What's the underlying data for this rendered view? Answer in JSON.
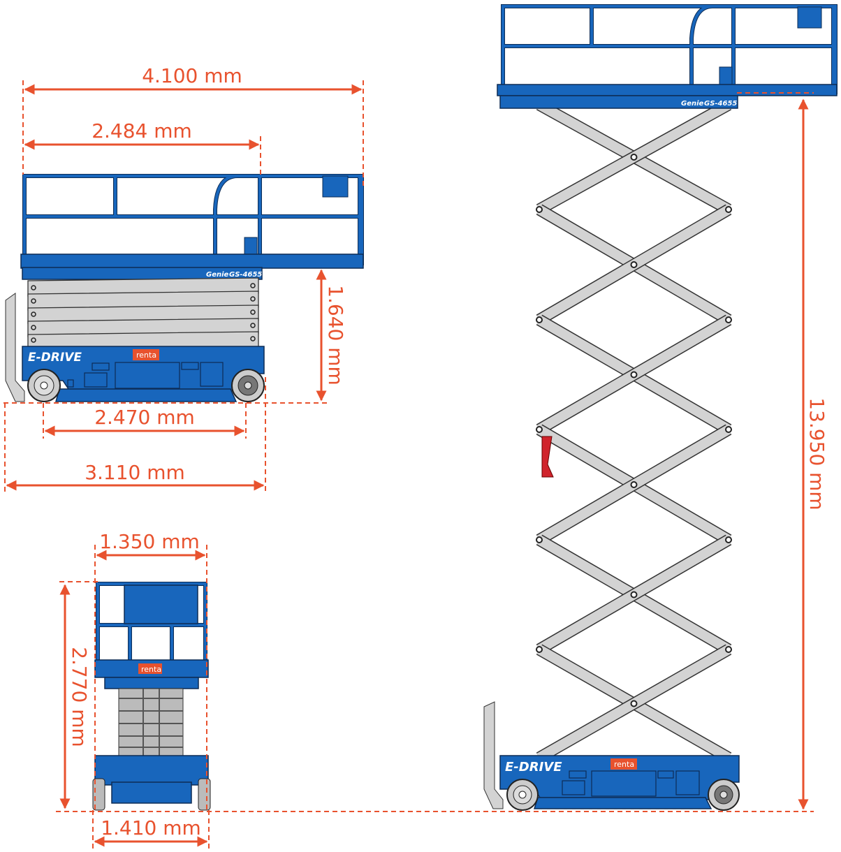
{
  "dimensions": {
    "side_total_length": "4.100 mm",
    "side_platform_length": "2.484 mm",
    "side_stowed_height": "1.640 mm",
    "side_wheelbase": "2.470 mm",
    "side_base_length": "3.110 mm",
    "front_platform_width": "1.350 mm",
    "front_stowed_height": "2.770 mm",
    "front_base_width": "1.410 mm",
    "max_platform_height": "13.950 mm"
  },
  "branding": {
    "drive_label": "E-DRIVE",
    "rental_badge": "renta",
    "manufacturer": "Genie",
    "model": "GS-4655"
  },
  "colors": {
    "machine_blue": "#1866bc",
    "dimension_orange": "#e8522e",
    "scissor_gray": "#d3d3d3",
    "outrigger_red": "#d0242c"
  }
}
